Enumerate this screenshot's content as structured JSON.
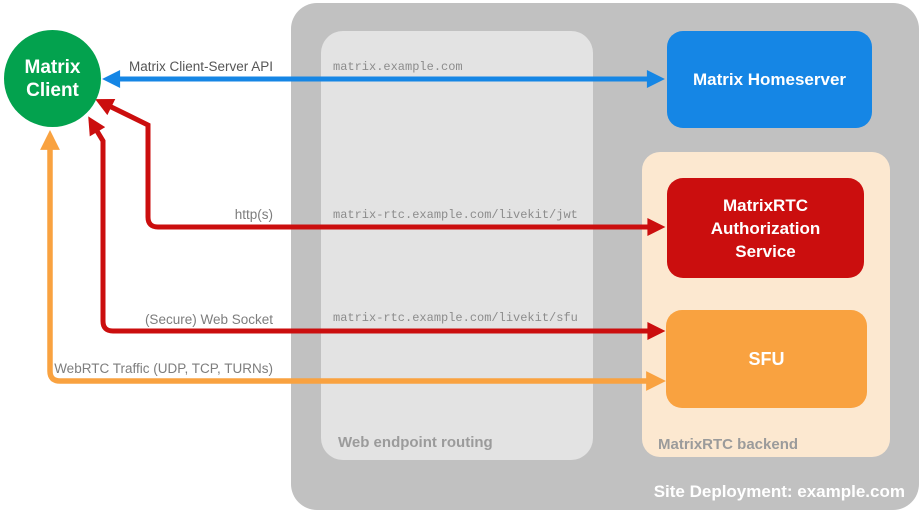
{
  "nodes": {
    "client": {
      "lines": [
        "Matrix",
        "Client"
      ]
    },
    "homeserver": {
      "label": "Matrix Homeserver"
    },
    "auth_service": {
      "lines": [
        "MatrixRTC",
        "Authorization",
        "Service"
      ]
    },
    "sfu": {
      "label": "SFU"
    }
  },
  "groups": {
    "web_endpoint_routing": {
      "label": "Web endpoint routing"
    },
    "matrixrtc_backend": {
      "label": "MatrixRTC backend"
    },
    "site_deployment": {
      "label": "Site Deployment: example.com"
    }
  },
  "connections": {
    "client_server_api": {
      "label": "Matrix Client-Server API",
      "endpoint": "matrix.example.com"
    },
    "https_jwt": {
      "label": "http(s)",
      "endpoint": "matrix-rtc.example.com/livekit/jwt"
    },
    "websocket_sfu": {
      "label": "(Secure) Web Socket",
      "endpoint": "matrix-rtc.example.com/livekit/sfu"
    },
    "webrtc_traffic": {
      "label": "WebRTC Traffic (UDP, TCP, TURNs)"
    }
  },
  "colors": {
    "client_green": "#03a24e",
    "homeserver_blue": "#1586e5",
    "auth_red": "#cb0e0e",
    "sfu_orange": "#f9a240",
    "backend_peach": "#fce8d0",
    "routing_gray": "#e3e3e3",
    "site_gray": "#c1c1c1"
  }
}
